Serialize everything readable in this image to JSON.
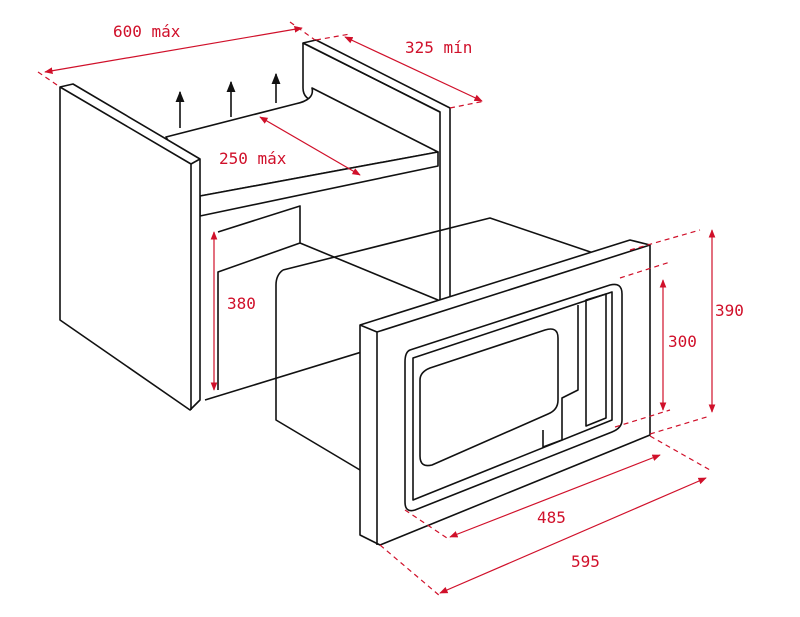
{
  "diagram": {
    "colors": {
      "dimension": "#d0102a",
      "outline": "#111111"
    },
    "labels": {
      "width_max": "600 máx",
      "depth_min": "325 mín",
      "rear_gap_max": "250 máx",
      "opening_height": "380",
      "frame_height": "390",
      "appliance_height": "300",
      "appliance_width": "485",
      "frame_width": "595"
    }
  }
}
